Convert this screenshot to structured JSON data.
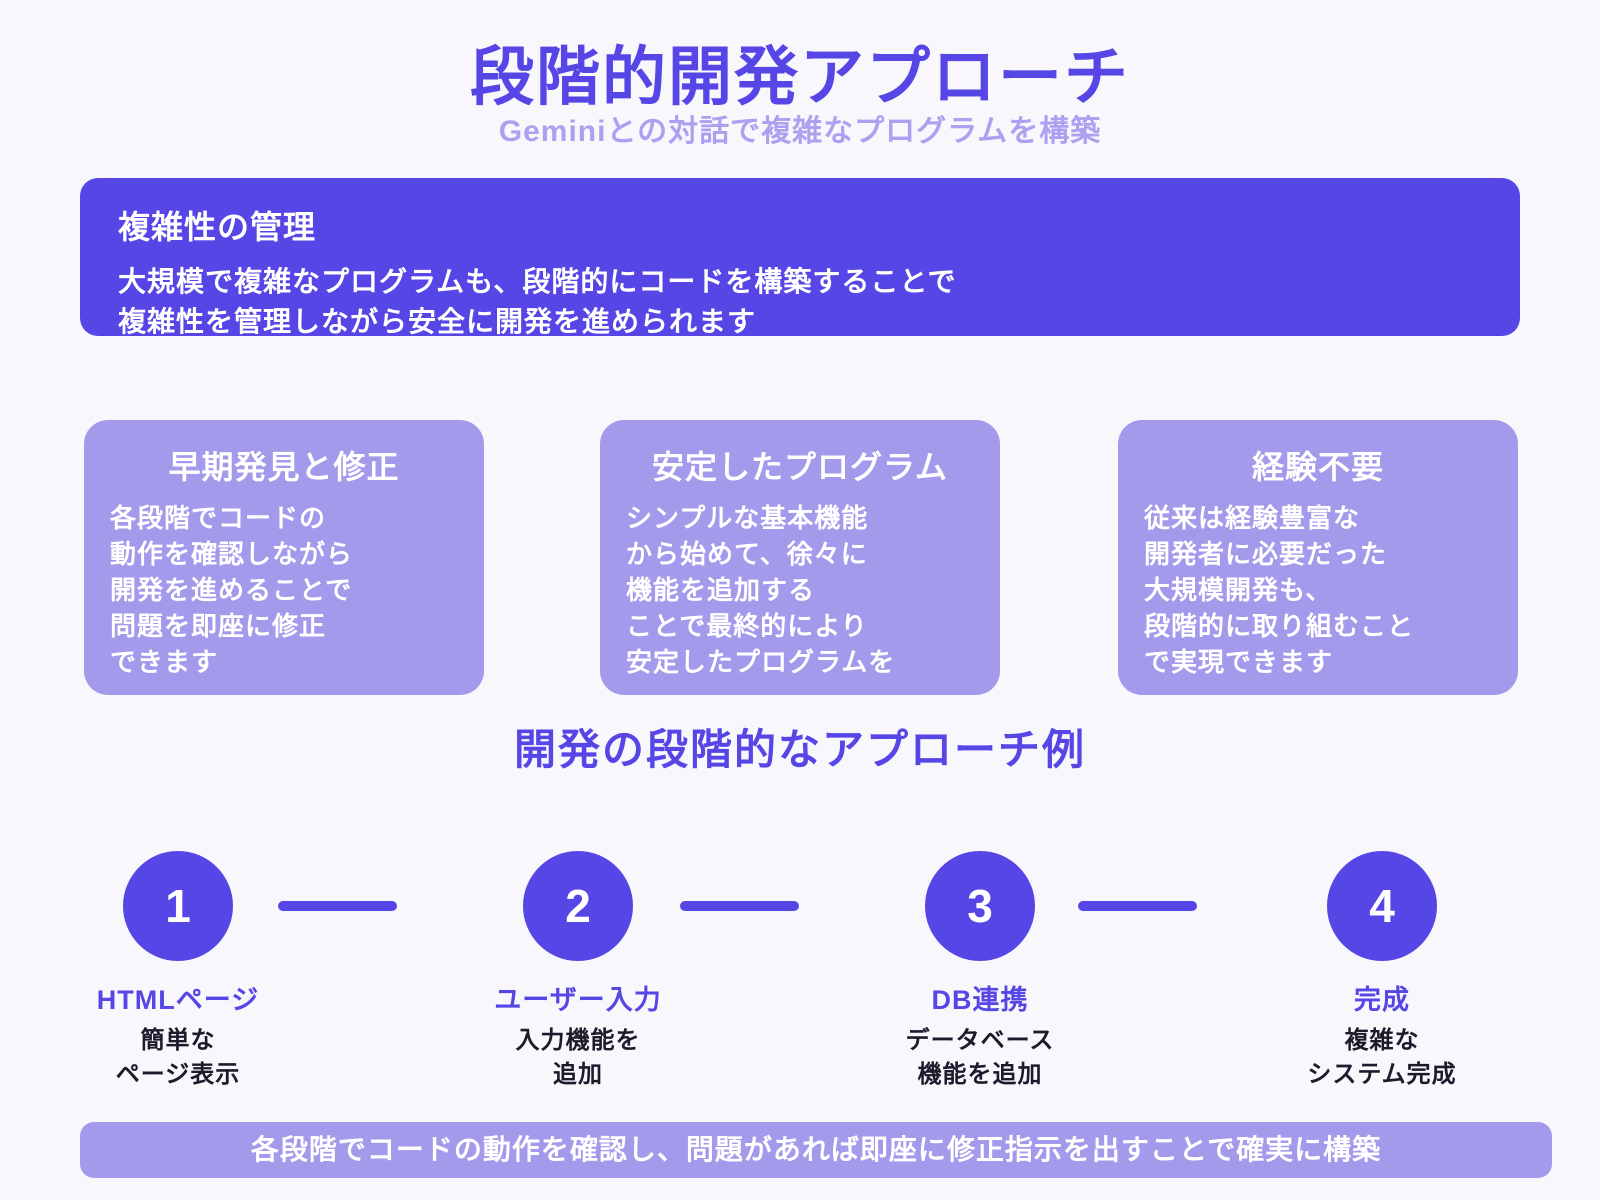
{
  "page": {
    "title": "段階的開発アプローチ",
    "subtitle": "Geminiとの対話で複雑なプログラムを構築"
  },
  "banner": {
    "title": "複雑性の管理",
    "body": "大規模で複雑なプログラムも、段階的にコードを構築することで\n複雑性を管理しながら安全に開発を進められます"
  },
  "benefit_cards": [
    {
      "title": "早期発見と修正",
      "body": "各段階でコードの\n動作を確認しながら\n開発を進めることで\n問題を即座に修正\nできます"
    },
    {
      "title": "安定したプログラム",
      "body": "シンプルな基本機能\nから始めて、徐々に\n機能を追加する\nことで最終的により\n安定したプログラムを"
    },
    {
      "title": "経験不要",
      "body": "従来は経験豊富な\n開発者に必要だった\n大規模開発も、\n段階的に取り組むこと\nで実現できます"
    }
  ],
  "steps_section": {
    "title": "開発の段階的なアプローチ例",
    "steps": [
      {
        "number": "1",
        "label": "HTMLページ",
        "description": "簡単な\nページ表示"
      },
      {
        "number": "2",
        "label": "ユーザー入力",
        "description": "入力機能を\n追加"
      },
      {
        "number": "3",
        "label": "DB連携",
        "description": "データベース\n機能を追加"
      },
      {
        "number": "4",
        "label": "完成",
        "description": "複雑な\nシステム完成"
      }
    ]
  },
  "footer": {
    "text": "各段階でコードの動作を確認し、問題があれば即座に修正指示を出すことで確実に構築"
  },
  "colors": {
    "accent": "#5746e6",
    "light_purple": "#a39aec",
    "subtitle_purple": "#aca1f0",
    "background": "#f7f7fc",
    "dark_text": "#1b1b2b"
  }
}
